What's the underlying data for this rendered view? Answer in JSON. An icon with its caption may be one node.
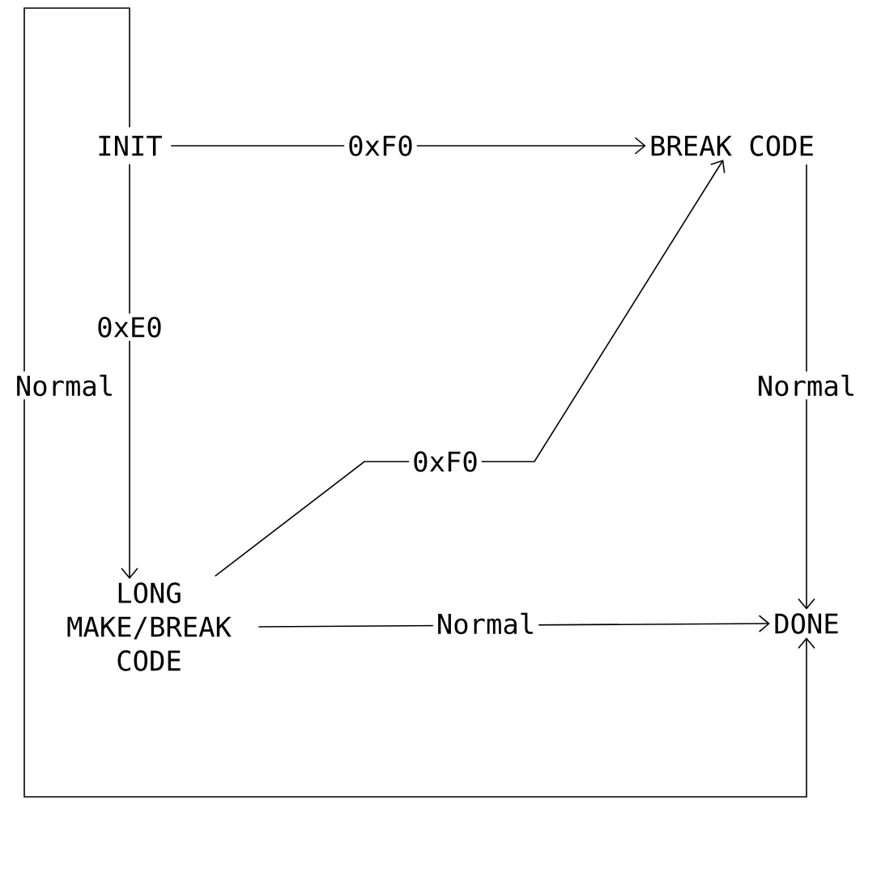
{
  "diagram": {
    "nodes": [
      {
        "text": [
          "INIT"
        ]
      },
      {
        "text": [
          "BREAK CODE"
        ]
      },
      {
        "text": [
          "LONG MAKE/BREAK CODE"
        ]
      },
      {
        "text": [
          "DONE"
        ]
      }
    ],
    "edges": [
      {
        "from": 0,
        "to": 1,
        "arrow": "to",
        "label": "0xF0"
      },
      {
        "from": 0,
        "to": 2,
        "arrow": "to",
        "label": "0xE0"
      },
      {
        "from": 2,
        "to": 1,
        "arrow": "to",
        "label": "0xF0"
      },
      {
        "from": 2,
        "to": 3,
        "arrow": "to",
        "label": "Normal"
      },
      {
        "from": 1,
        "to": 3,
        "arrow": "to",
        "label": "Normal"
      },
      {
        "from": 0,
        "to": 3,
        "arrow": "to",
        "label": "Normal"
      }
    ]
  }
}
